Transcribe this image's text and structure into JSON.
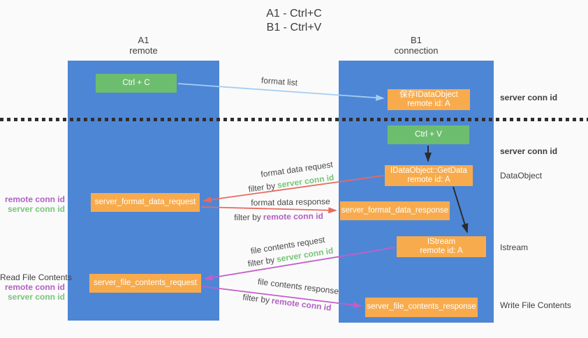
{
  "title": {
    "line1": "A1 - Ctrl+C",
    "line2": "B1 - Ctrl+V"
  },
  "columns": {
    "a1": {
      "name": "A1",
      "subtitle": "remote"
    },
    "b1": {
      "name": "B1",
      "subtitle": "connection"
    }
  },
  "nodes": {
    "ctrl_c": {
      "label": "Ctrl + C"
    },
    "save_idataobject": {
      "line1": "保存IDataObject",
      "line2": "remote id: A"
    },
    "ctrl_v": {
      "label": "Ctrl + V"
    },
    "getdata": {
      "line1": "IDataObject::GetData",
      "line2": "remote id: A"
    },
    "server_format_data_request": {
      "label": "server_format_data_request"
    },
    "server_format_data_response": {
      "label": "server_format_data_response"
    },
    "istream": {
      "line1": "IStream",
      "line2": "remote id: A"
    },
    "server_file_contents_request": {
      "label": "server_file_contents_request"
    },
    "server_file_contents_response": {
      "label": "server_file_contents_response"
    }
  },
  "edge_labels": {
    "format_list": "format list",
    "format_data_request": "format data request",
    "format_data_response": "format data response",
    "file_contents_request": "file contents request",
    "file_contents_response": "file contents response",
    "filter_by": "filter by",
    "server_conn_id": "server conn id",
    "remote_conn_id": "remote conn id"
  },
  "side_labels": {
    "left_top": {
      "remote_conn_id": "remote conn id",
      "server_conn_id": "server conn id"
    },
    "left_bottom": {
      "title": "Read File Contents",
      "remote_conn_id": "remote conn id",
      "server_conn_id": "server conn id"
    },
    "right": {
      "server_conn_id_top": "server conn id",
      "server_conn_id_mid": "server conn id",
      "dataobject": "DataObject",
      "istream": "Istream",
      "write_file_contents": "Write File Contents"
    }
  },
  "colors": {
    "column_blue": "#4e86d6",
    "node_green": "#6dbd6f",
    "node_orange": "#f8ab4c",
    "arrow_red": "#e96a5e",
    "arrow_magenta": "#c35ec9",
    "arrow_light_blue": "#a4cdf2",
    "arrow_black": "#2b2b2b",
    "label_green": "#77c578",
    "label_purple": "#b160c4"
  }
}
